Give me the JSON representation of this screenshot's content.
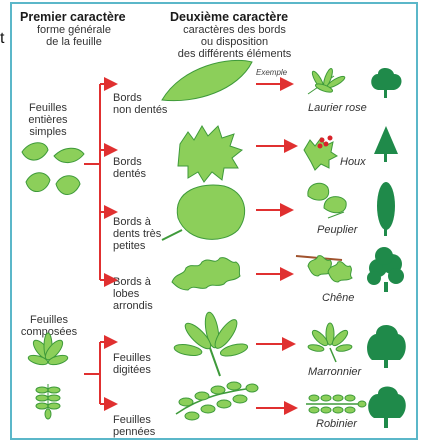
{
  "header": {
    "col1_title": "Premier caractère",
    "col1_sub": [
      "forme générale",
      "de la feuille"
    ],
    "col2_title": "Deuxième caractère",
    "col2_sub": [
      "caractères des bords",
      "ou disposition",
      "des différents éléments"
    ]
  },
  "stray_char": "t",
  "groups": [
    {
      "label": [
        "Feuilles",
        "entières",
        "simples"
      ]
    },
    {
      "label": [
        "Feuilles",
        "composées"
      ]
    }
  ],
  "branches": [
    {
      "label": [
        "Bords",
        "non dentés"
      ],
      "example": "Laurier rose"
    },
    {
      "label": [
        "Bords",
        "dentés"
      ],
      "example": "Houx"
    },
    {
      "label": [
        "Bords à",
        "dents très",
        "petites"
      ],
      "example": "Peuplier"
    },
    {
      "label": [
        "Bords à",
        "lobes",
        "arrondis"
      ],
      "example": "Chêne"
    },
    {
      "label": [
        "Feuilles",
        "digitées"
      ],
      "example": "Marronnier"
    },
    {
      "label": [
        "Feuilles",
        "pennées"
      ],
      "example": "Robinier"
    }
  ],
  "example_tag": "Exemple",
  "colors": {
    "frame": "#5bb7c9",
    "arrow": "#e03030",
    "leaf": "#8ccf5a",
    "leaf_dark": "#3e9a3a",
    "tree": "#1f8a4a",
    "berry": "#d8232a"
  }
}
